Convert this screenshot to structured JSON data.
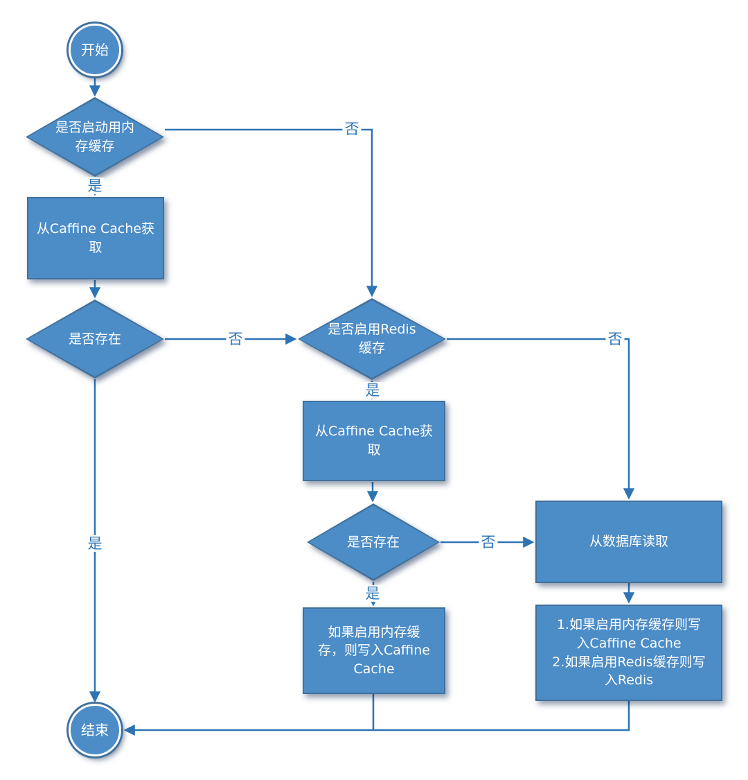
{
  "diagram": {
    "nodes": {
      "start": {
        "label": "开始"
      },
      "dec_mem": {
        "label": "是否启动用内\n存缓存"
      },
      "proc_caffine1": {
        "label": "从Caffine Cache获\n取"
      },
      "dec_exist1": {
        "label": "是否存在"
      },
      "dec_redis": {
        "label": "是否启用Redis\n缓存"
      },
      "proc_caffine2": {
        "label": "从Caffine Cache获\n取"
      },
      "dec_exist2": {
        "label": "是否存在"
      },
      "proc_write_caffine": {
        "label": "如果启用内存缓\n存，则写入Caffine\nCache"
      },
      "proc_db": {
        "label": "从数据库读取"
      },
      "proc_write_both": {
        "label": "1.如果启用内存缓存则写\n入Caffine Cache\n2.如果启用Redis缓存则写\n入Redis"
      },
      "end": {
        "label": "结束"
      }
    },
    "edge_labels": {
      "mem_yes": "是",
      "mem_no": "否",
      "exist1_no": "否",
      "exist1_yes": "是",
      "redis_yes": "是",
      "redis_no": "否",
      "exist2_yes": "是",
      "exist2_no": "否"
    },
    "colors": {
      "shape_fill": "#4C8CC7",
      "shape_border": "#41719C",
      "connector": "#2E74B5",
      "label_text": "#2E74B5",
      "node_text": "#FFFFFF"
    }
  }
}
